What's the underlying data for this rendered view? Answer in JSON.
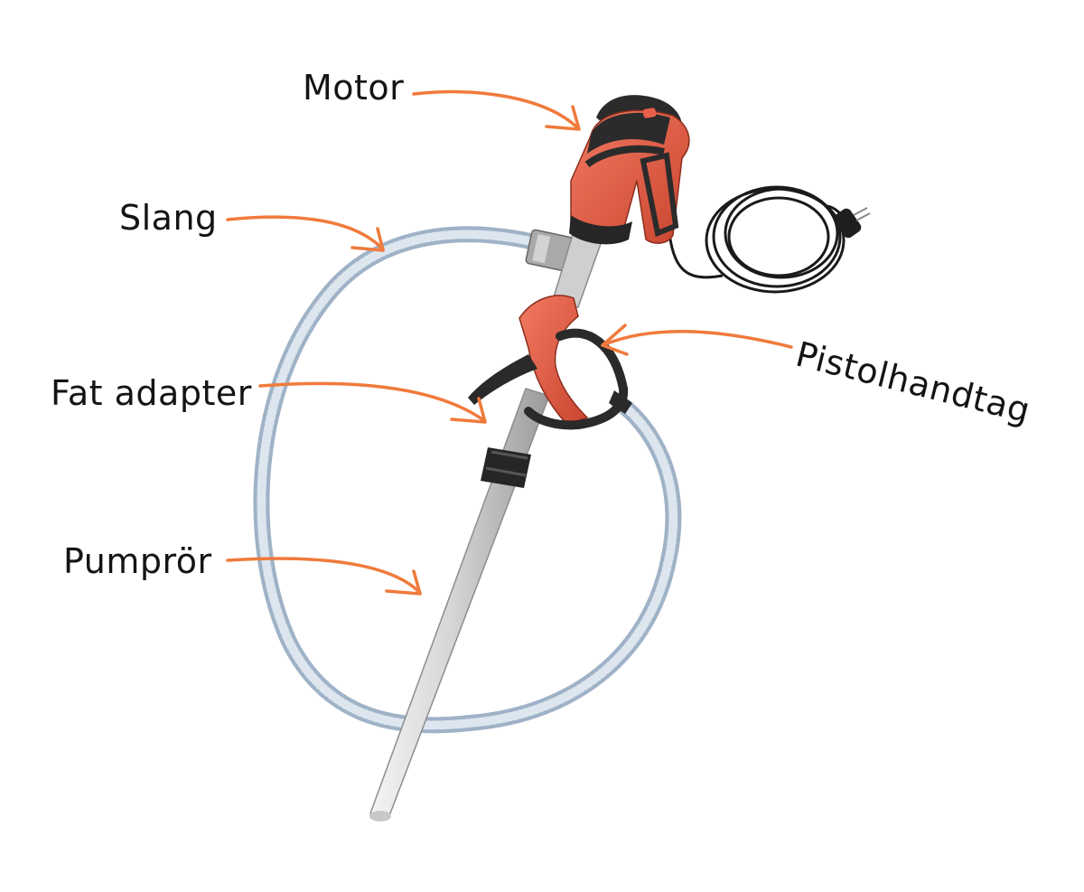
{
  "labels": {
    "motor": "Motor",
    "slang": "Slang",
    "fat_adapter": "Fat adapter",
    "pistolhandtag": "Pistolhandtag",
    "pumpror": "Pumprör"
  },
  "colors": {
    "arrow": "#f07a3c",
    "motor_body": "#e8604a",
    "motor_cap": "#2b2b2b",
    "tube": "#d9d9d9",
    "hose": "#aebfd2",
    "cable": "#1a1a1a"
  }
}
